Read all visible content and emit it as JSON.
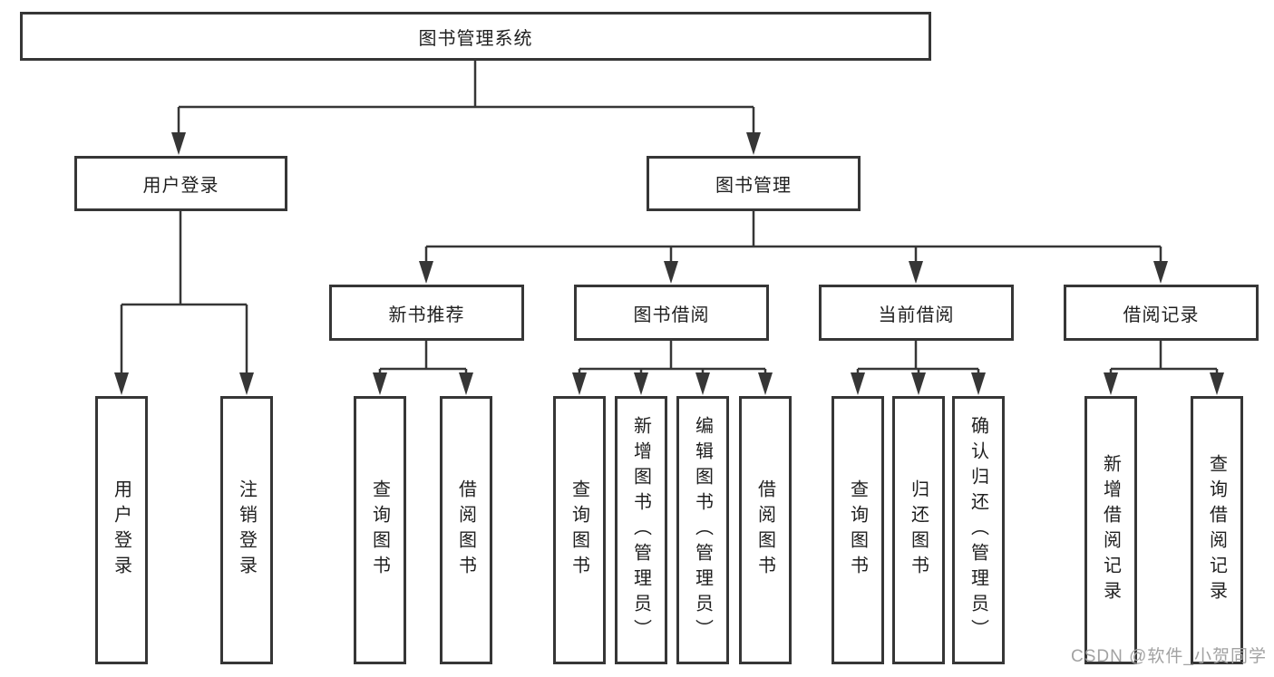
{
  "nodes": {
    "root": "图书管理系统",
    "login_group": "用户登录",
    "mgmt_group": "图书管理",
    "new_book_group": "新书推荐",
    "borrow_group": "图书借阅",
    "current_group": "当前借阅",
    "record_group": "借阅记录",
    "leaf_user_login": "用户登录",
    "leaf_logout": "注销登录",
    "leaf_newbook_query": "查询图书",
    "leaf_newbook_borrow": "借阅图书",
    "leaf_borrow_query": "查询图书",
    "leaf_borrow_add": "新增图书（管理员）",
    "leaf_borrow_edit": "编辑图书（管理员）",
    "leaf_borrow_borrow": "借阅图书",
    "leaf_current_query": "查询图书",
    "leaf_current_return": "归还图书",
    "leaf_current_confirm": "确认归还（管理员）",
    "leaf_record_add": "新增借阅记录",
    "leaf_record_query": "查询借阅记录"
  },
  "watermark": "CSDN @软件_小贺同学",
  "colors": {
    "line": "#363636",
    "box_border": "#363636",
    "text": "#1f1f1f",
    "watermark": "#a2a2a2",
    "background": "#ffffff"
  }
}
